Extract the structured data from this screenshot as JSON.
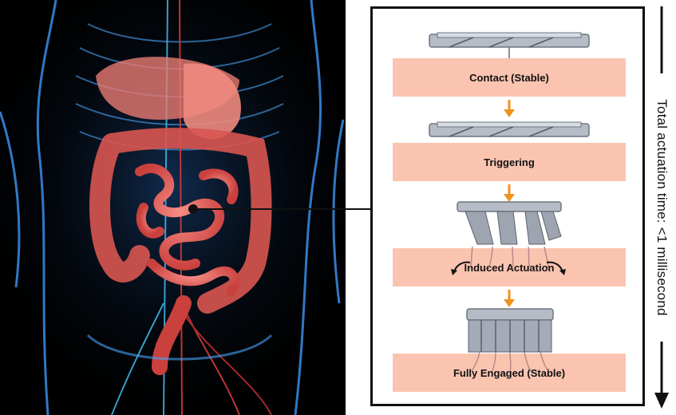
{
  "steps": [
    {
      "label": "Contact (Stable)"
    },
    {
      "label": "Triggering"
    },
    {
      "label": "Induced Actuation"
    },
    {
      "label": "Fully Engaged (Stable)"
    }
  ],
  "timeline": {
    "label": "Total actuation time: <1 millisecond"
  },
  "colors": {
    "band": "#fbc4b0",
    "arrow": "#f0921c",
    "intestine": "#e0524e",
    "body": "#2f7fd8",
    "device": "#9aa1ad"
  }
}
